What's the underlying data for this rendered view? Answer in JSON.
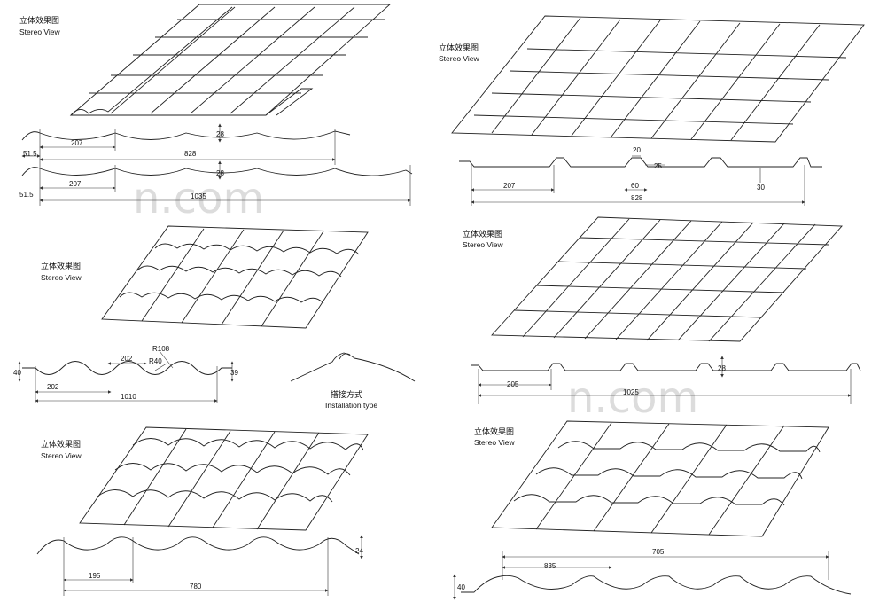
{
  "panels": [
    {
      "id": "p1",
      "title_cn": "立体效果图",
      "title_en": "Stereo View",
      "dims": [
        "51.5",
        "207",
        "28",
        "828",
        "51.5",
        "207",
        "28",
        "1035"
      ]
    },
    {
      "id": "p2",
      "title_cn": "立体效果图",
      "title_en": "Stereo View",
      "dims": [
        "20",
        "25",
        "207",
        "60",
        "30",
        "828"
      ]
    },
    {
      "id": "p3",
      "title_cn": "立体效果图",
      "title_en": "Stereo View",
      "dims": [
        "40",
        "202",
        "R108",
        "R40",
        "39",
        "202",
        "1010"
      ],
      "install_cn": "搭接方式",
      "install_en": "Installation type"
    },
    {
      "id": "p4",
      "title_cn": "立体效果图",
      "title_en": "Stereo View",
      "dims": [
        "205",
        "28",
        "1025"
      ]
    },
    {
      "id": "p5",
      "title_cn": "立体效果图",
      "title_en": "Stereo View",
      "dims": [
        "24",
        "195",
        "780"
      ]
    },
    {
      "id": "p6",
      "title_cn": "立体效果图",
      "title_en": "Stereo View",
      "dims": [
        "705",
        "835",
        "40"
      ]
    }
  ],
  "watermark": "n.com"
}
